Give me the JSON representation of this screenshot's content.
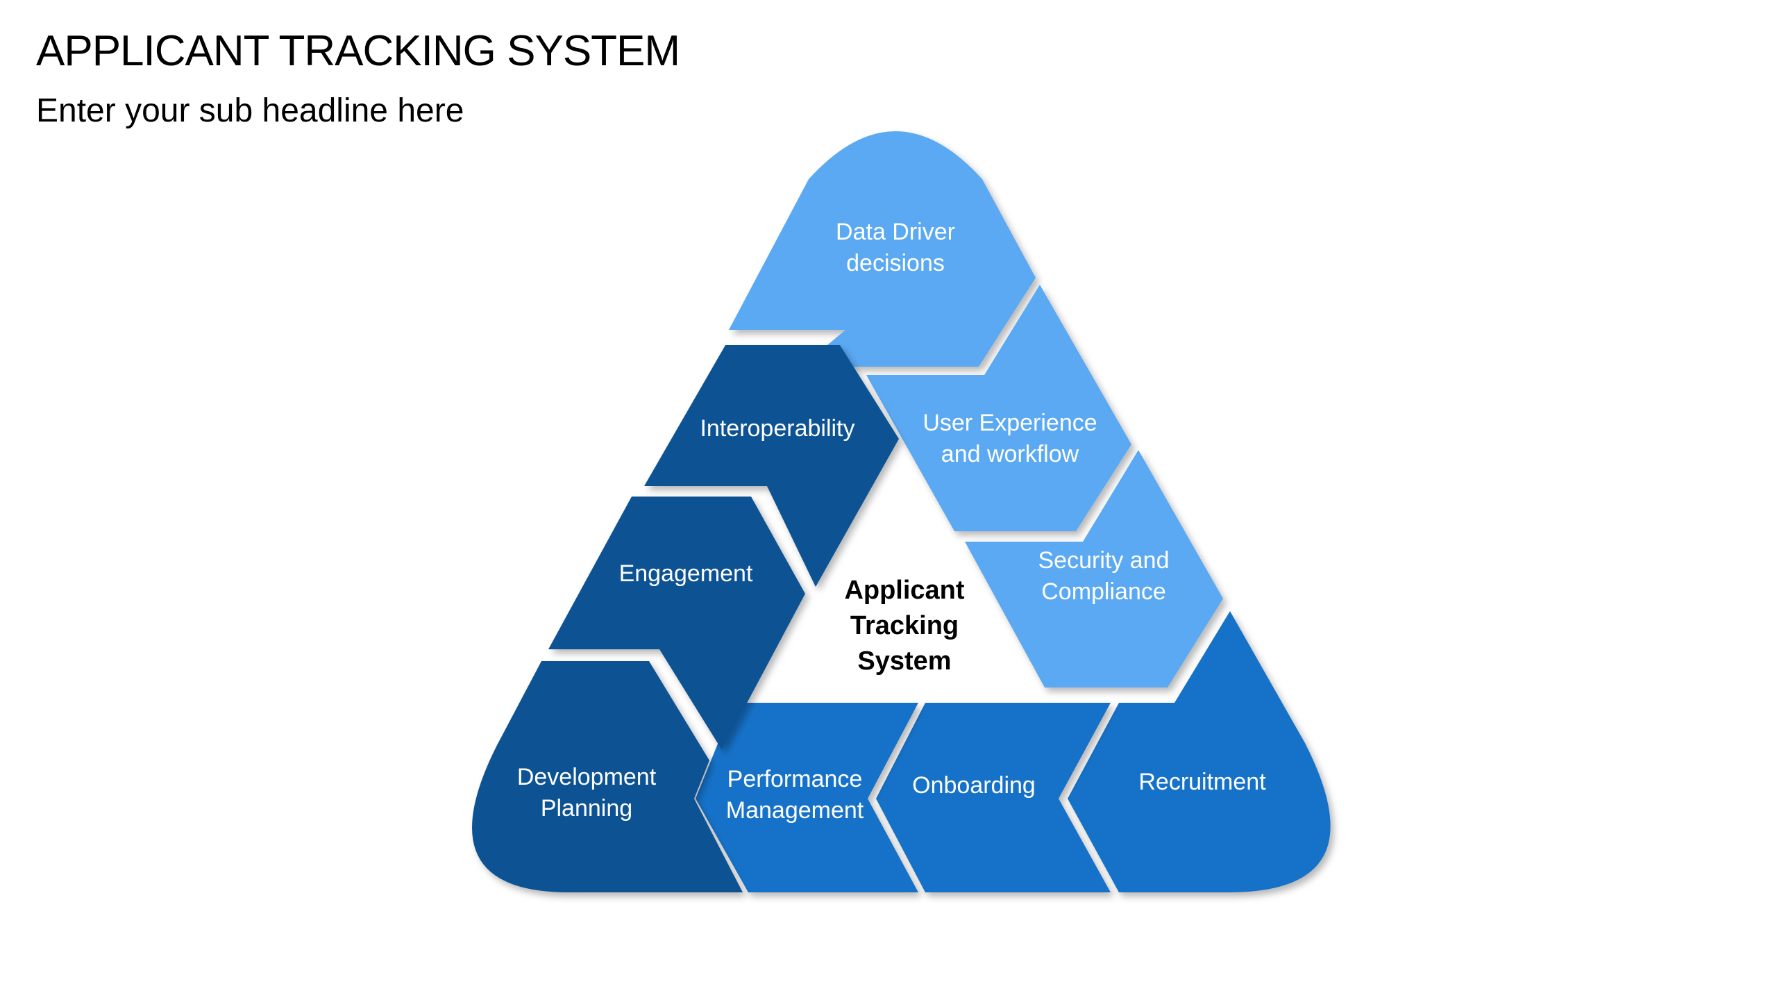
{
  "header": {
    "title": "APPLICANT TRACKING SYSTEM",
    "subtitle": "Enter your sub headline here"
  },
  "diagram": {
    "center": {
      "line1": "Applicant",
      "line2": "Tracking",
      "line3": "System"
    },
    "segments": {
      "data_driver": {
        "line1": "Data Driver",
        "line2": "decisions"
      },
      "user_experience": {
        "line1": "User Experience",
        "line2": "and workflow"
      },
      "security": {
        "line1": "Security and",
        "line2": "Compliance"
      },
      "recruitment": {
        "line1": "Recruitment"
      },
      "onboarding": {
        "line1": "Onboarding"
      },
      "performance": {
        "line1": "Performance",
        "line2": "Management"
      },
      "development": {
        "line1": "Development",
        "line2": "Planning"
      },
      "engagement": {
        "line1": "Engagement"
      },
      "interoperability": {
        "line1": "Interoperability"
      }
    }
  },
  "colors": {
    "light": "#5aa9f2",
    "medium": "#1472c9",
    "dark": "#0f5394"
  }
}
